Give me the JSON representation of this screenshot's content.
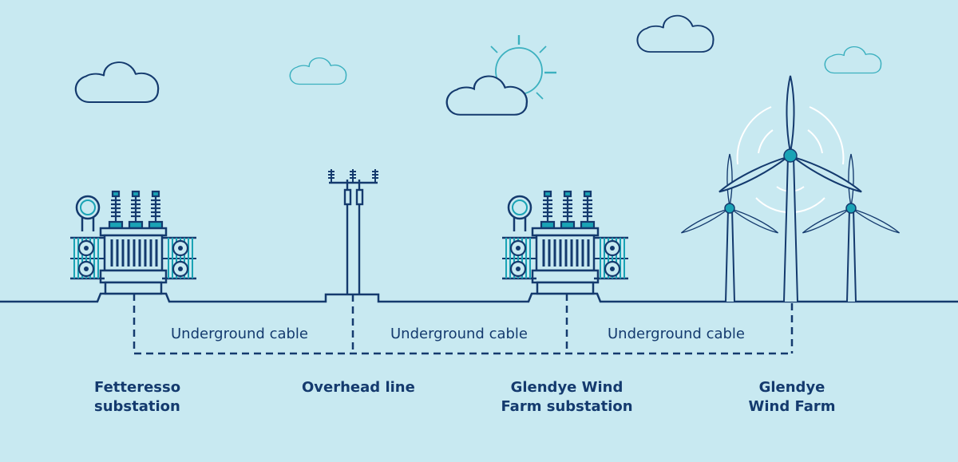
{
  "title": "Fetteresso to Glendye Wind Farm connection route",
  "colors": {
    "background": "#c8e9f1",
    "line_dark": "#143a6e",
    "accent_teal": "#1aa3b5",
    "light_teal": "#3bb0bf",
    "wake_white": "#ffffff"
  },
  "cable_labels": [
    {
      "text": "Underground cable"
    },
    {
      "text": "Underground cable"
    },
    {
      "text": "Underground cable"
    }
  ],
  "sites": [
    {
      "line1": "Fetteresso",
      "line2": "substation",
      "icon": "transformer-icon"
    },
    {
      "line1": "Overhead line",
      "line2": "",
      "icon": "pylon-icon"
    },
    {
      "line1": "Glendye Wind",
      "line2": "Farm substation",
      "icon": "transformer-icon"
    },
    {
      "line1": "Glendye",
      "line2": "Wind Farm",
      "icon": "wind-turbines-icon"
    }
  ],
  "sky": [
    {
      "icon": "cloud-icon"
    },
    {
      "icon": "cloud-icon"
    },
    {
      "icon": "sun-behind-cloud-icon"
    },
    {
      "icon": "cloud-icon"
    },
    {
      "icon": "cloud-icon"
    }
  ]
}
